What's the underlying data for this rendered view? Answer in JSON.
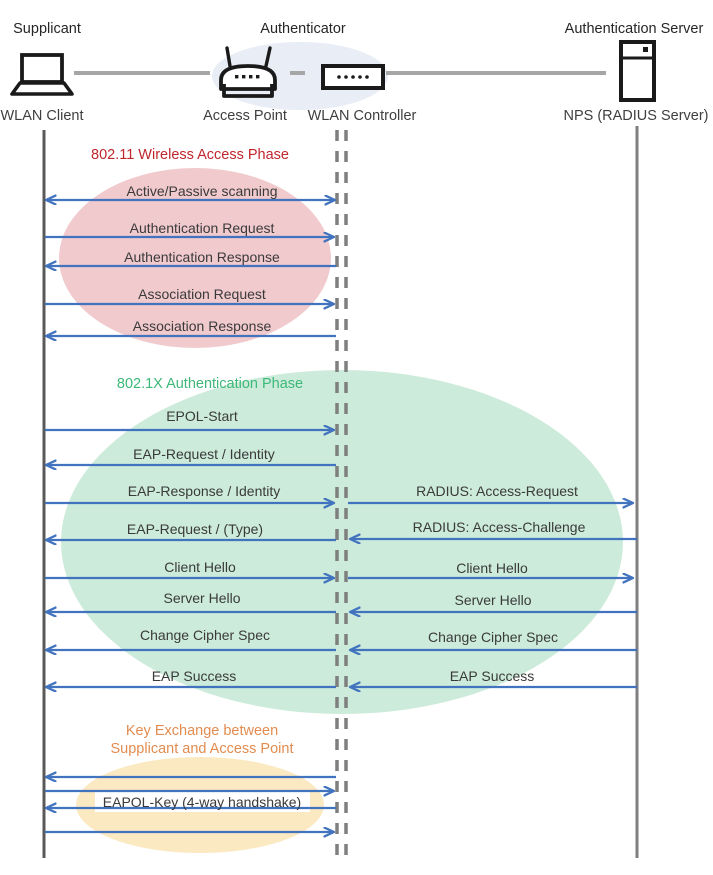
{
  "roles": {
    "supplicant": "Supplicant",
    "authenticator": "Authenticator",
    "auth_server": "Authentication Server"
  },
  "devices": {
    "wlan_client": "WLAN Client",
    "access_point": "Access Point",
    "wlan_controller": "WLAN Controller",
    "nps": "NPS (RADIUS Server)"
  },
  "phases": {
    "phase1": {
      "title": "802.11 Wireless Access Phase",
      "color": "#C0262C"
    },
    "phase2": {
      "title": "802.1X Authentication Phase",
      "color": "#3CB878"
    },
    "phase3": {
      "title_line1": "Key Exchange between",
      "title_line2": "Supplicant and Access Point",
      "color": "#E28C50"
    }
  },
  "messages": [
    {
      "label": "Active/Passive scanning",
      "segment": "client-controller",
      "direction": "both"
    },
    {
      "label": "Authentication Request",
      "segment": "client-controller",
      "direction": "right"
    },
    {
      "label": "Authentication Response",
      "segment": "client-controller",
      "direction": "left"
    },
    {
      "label": "Association Request",
      "segment": "client-controller",
      "direction": "right"
    },
    {
      "label": "Association Response",
      "segment": "client-controller",
      "direction": "left"
    },
    {
      "label": "EPOL-Start",
      "segment": "client-controller",
      "direction": "right"
    },
    {
      "label": "EAP-Request / Identity",
      "segment": "client-controller",
      "direction": "left"
    },
    {
      "label": "EAP-Response / Identity",
      "segment": "client-controller",
      "direction": "right"
    },
    {
      "label": "RADIUS: Access-Request",
      "segment": "controller-server",
      "direction": "right"
    },
    {
      "label": "EAP-Request / (Type)",
      "segment": "client-controller",
      "direction": "left"
    },
    {
      "label": "RADIUS: Access-Challenge",
      "segment": "controller-server",
      "direction": "left"
    },
    {
      "label": "Client Hello",
      "segment": "client-controller",
      "direction": "right"
    },
    {
      "label": "Client Hello",
      "segment": "controller-server",
      "direction": "right"
    },
    {
      "label": "Server Hello",
      "segment": "client-controller",
      "direction": "left"
    },
    {
      "label": "Server Hello",
      "segment": "controller-server",
      "direction": "left"
    },
    {
      "label": "Change Cipher Spec",
      "segment": "client-controller",
      "direction": "left"
    },
    {
      "label": "Change Cipher Spec",
      "segment": "controller-server",
      "direction": "left"
    },
    {
      "label": "EAP Success",
      "segment": "client-controller",
      "direction": "left"
    },
    {
      "label": "EAP Success",
      "segment": "controller-server",
      "direction": "left"
    },
    {
      "label": "",
      "segment": "client-controller",
      "direction": "left"
    },
    {
      "label": "",
      "segment": "client-controller",
      "direction": "right"
    },
    {
      "label": "EAPOL-Key (4-way handshake)",
      "segment": "client-controller",
      "direction": "left"
    },
    {
      "label": "",
      "segment": "client-controller",
      "direction": "right"
    }
  ],
  "colors": {
    "arrow": "#4273BE",
    "phase1_ellipse": "#F1CACD",
    "phase2_ellipse": "#CCEBDA",
    "phase3_ellipse": "#FBE9C2",
    "authenticator_ellipse": "#E9EDF6",
    "lifeline_client": "#595959",
    "lifeline_dashed": "#7F7F7F",
    "connector": "#A6A6A6"
  }
}
